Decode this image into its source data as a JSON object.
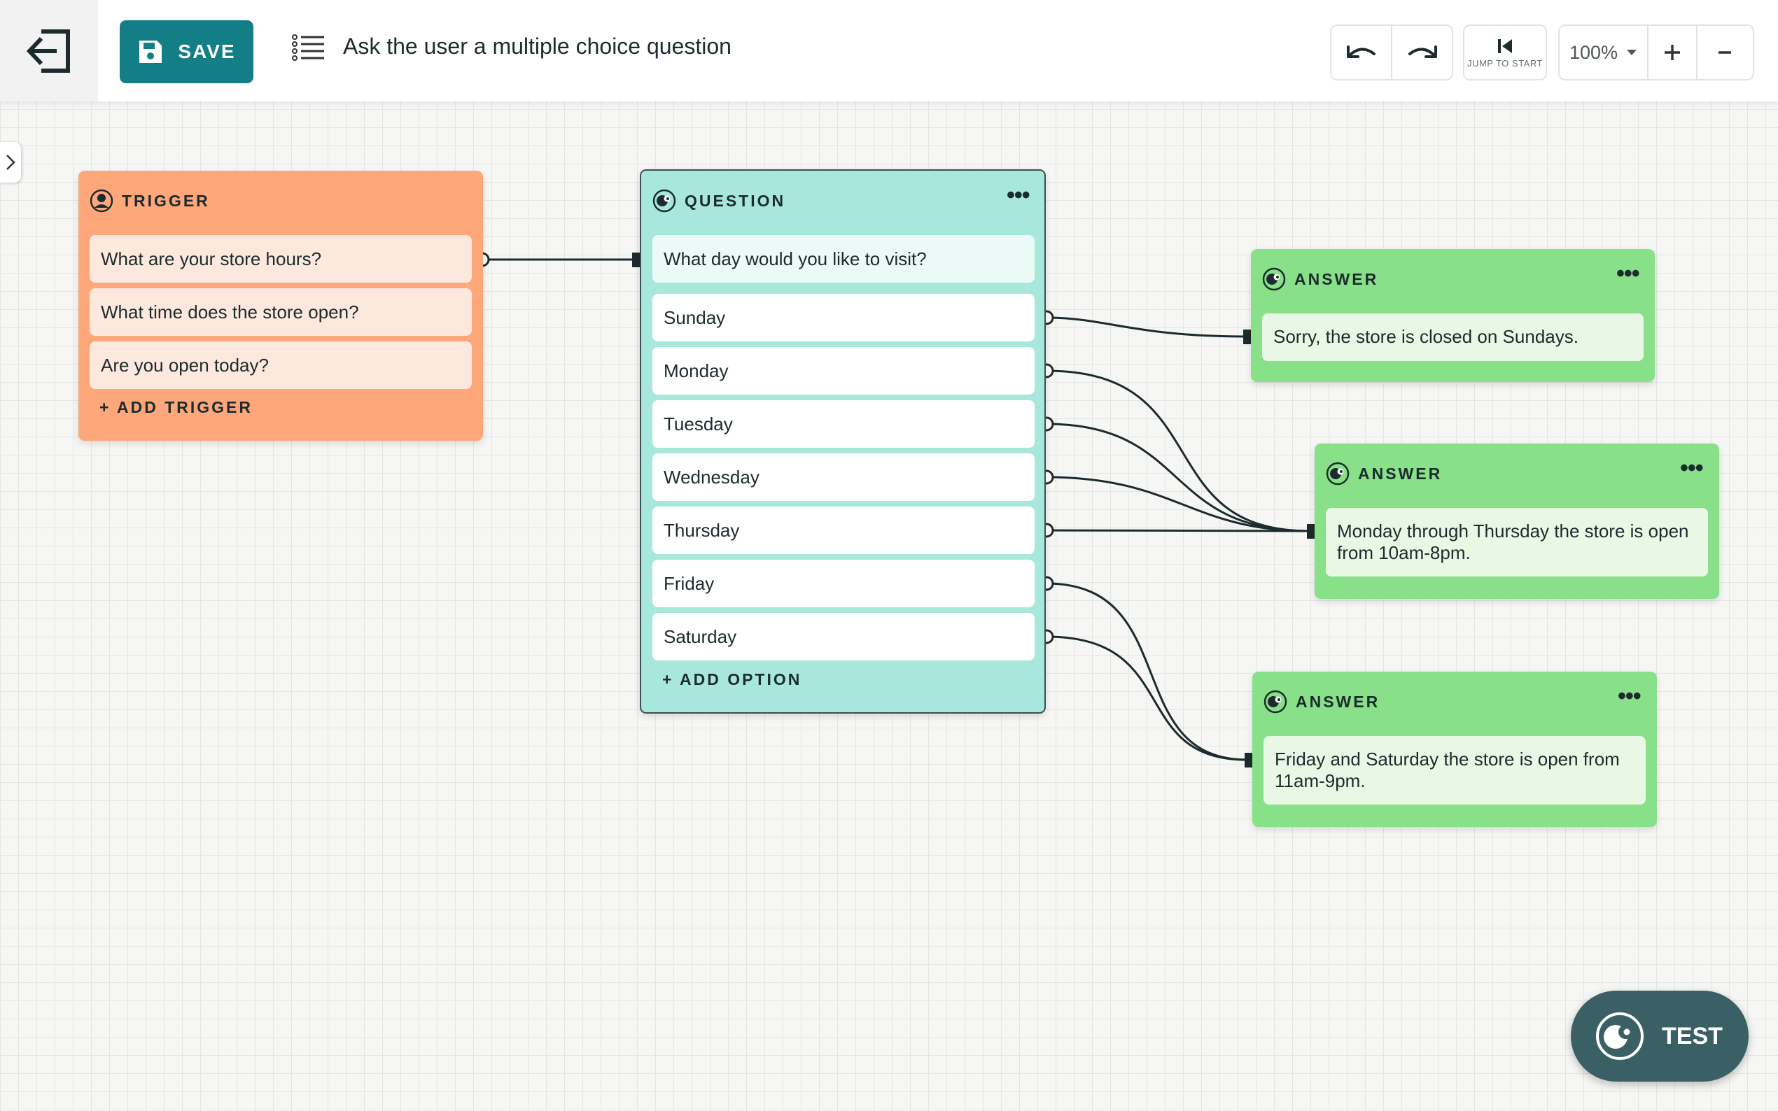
{
  "toolbar": {
    "save_label": "SAVE",
    "title": "Ask the user a multiple choice question",
    "jump_label": "JUMP TO START",
    "zoom": "100%"
  },
  "trigger": {
    "title": "TRIGGER",
    "phrases": [
      "What are your store hours?",
      "What time does the store open?",
      "Are you open today?"
    ],
    "add_label": "+ ADD TRIGGER"
  },
  "question": {
    "title": "QUESTION",
    "prompt": "What day would you like to visit?",
    "options": [
      "Sunday",
      "Monday",
      "Tuesday",
      "Wednesday",
      "Thursday",
      "Friday",
      "Saturday"
    ],
    "add_label": "+ ADD OPTION"
  },
  "answers": [
    {
      "title": "ANSWER",
      "text": "Sorry, the store is closed on Sundays."
    },
    {
      "title": "ANSWER",
      "text": "Monday through Thursday the store is open from 10am-8pm."
    },
    {
      "title": "ANSWER",
      "text": "Friday and Saturday the store is open from 11am-9pm."
    }
  ],
  "test_label": "TEST",
  "icons": {
    "back": "exit-arrow-icon",
    "save": "floppy-disk-icon",
    "list": "list-icon",
    "undo": "undo-icon",
    "redo": "redo-icon",
    "jump": "skip-to-start-icon",
    "zoom_in": "plus-icon",
    "zoom_out": "minus-icon",
    "user": "user-icon",
    "bot": "bot-icon"
  },
  "colors": {
    "save": "#137e86",
    "trigger": "#fda77a",
    "question": "#a8e8dc",
    "answer": "#88e088",
    "test": "#3a6065"
  }
}
